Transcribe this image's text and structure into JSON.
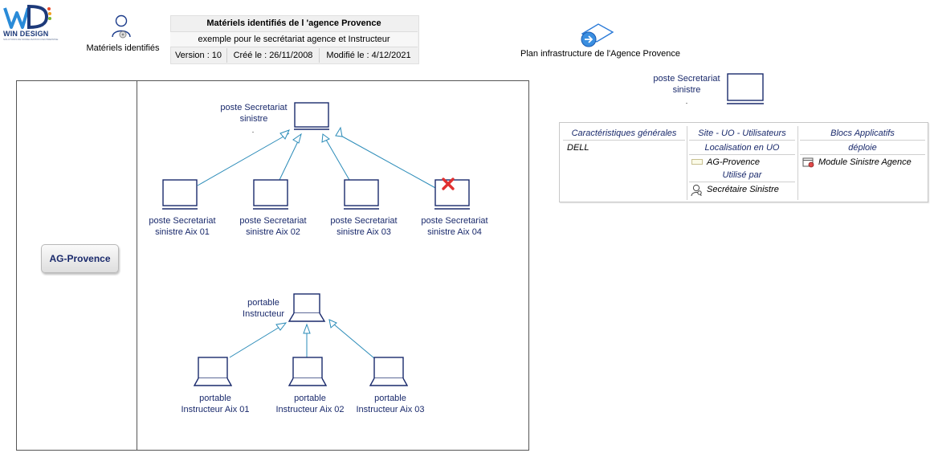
{
  "logo": {
    "text": "WIN DESIGN",
    "subtext": "SOLUTIONS DE MODELISATION D'ENTREPRISE"
  },
  "header": {
    "icon_label": "Matériels identifiés",
    "title": "Matériels identifiés de l 'agence Provence",
    "subtitle": "exemple pour le secrétariat agence et Instructeur",
    "version": "Version : 10",
    "created": "Créé le : 26/11/2008",
    "modified": "Modifié le : 4/12/2021"
  },
  "plan_link": {
    "label": "Plan infrastructure  de l'Agence Provence"
  },
  "site": {
    "label": "AG-Provence"
  },
  "diagram": {
    "parent_desktop": {
      "line1": "poste Secretariat",
      "line2": "sinistre",
      "dot": "."
    },
    "desktops": [
      {
        "line1": "poste Secretariat",
        "line2": "sinistre Aix 01"
      },
      {
        "line1": "poste Secretariat",
        "line2": "sinistre  Aix 02"
      },
      {
        "line1": "poste Secretariat",
        "line2": "sinistre Aix 03"
      },
      {
        "line1": "poste Secretariat",
        "line2": "sinistre Aix 04"
      }
    ],
    "parent_laptop": {
      "line1": "portable",
      "line2": "Instructeur"
    },
    "laptops": [
      {
        "line1": "portable",
        "line2": "Instructeur Aix 01"
      },
      {
        "line1": "portable",
        "line2": "Instructeur Aix 02"
      },
      {
        "line1": "portable",
        "line2": "Instructeur Aix 03"
      }
    ]
  },
  "selected": {
    "line1": "poste Secretariat",
    "line2": "sinistre",
    "dot": "."
  },
  "properties": {
    "col1_header": "Caractéristiques générales",
    "col1_value": "DELL",
    "col2_header": "Site - UO - Utilisateurs",
    "col2_sub1": "Localisation en UO",
    "col2_item1": "AG-Provence",
    "col2_sub2": "Utilisé par",
    "col2_item2": "Secrétaire Sinistre",
    "col3_header": "Blocs Applicatifs",
    "col3_sub": "déploie",
    "col3_item": "Module Sinistre Agence"
  },
  "colors": {
    "accent": "#1a2a6c",
    "line": "#2a8bb8",
    "delete": "#e03030"
  },
  "icons": [
    "materiels-icon",
    "plan-infrastructure-icon",
    "desktop-icon",
    "laptop-icon",
    "delete-icon",
    "location-icon",
    "user-icon",
    "application-module-icon"
  ]
}
